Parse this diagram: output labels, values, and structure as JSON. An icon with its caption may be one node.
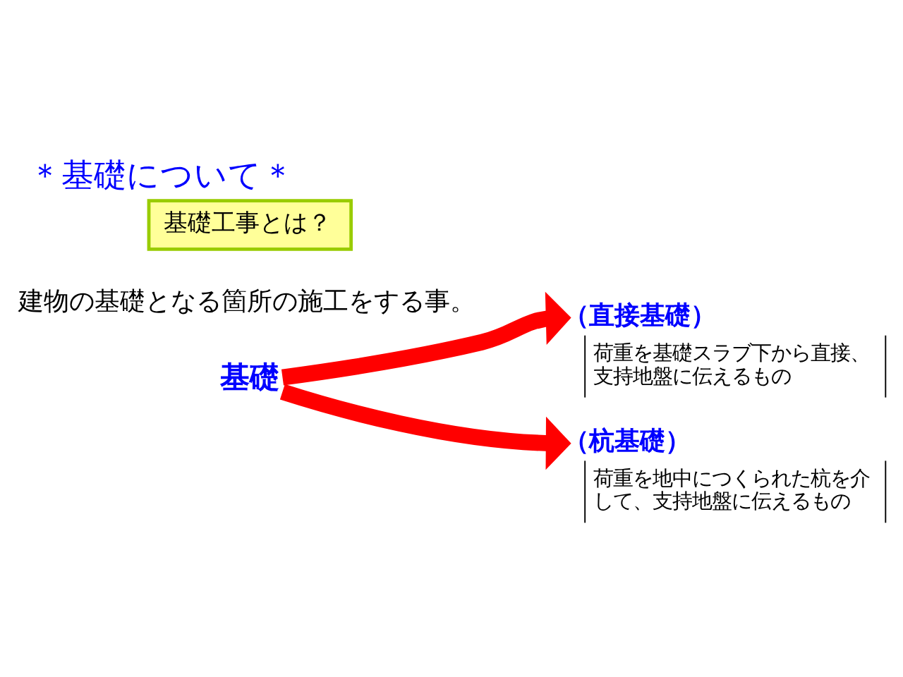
{
  "diagram": {
    "title": "＊基礎について＊",
    "nodes": [
      {
        "text": [
          "基礎工事とは？"
        ]
      },
      {
        "text": [
          "基礎"
        ]
      },
      {
        "text": [
          "（直接基礎）",
          "荷重を基礎スラブ下から直接、支持地盤に伝えるもの"
        ]
      },
      {
        "text": [
          "（杭基礎）",
          "荷重を地中につくられた杭を介して、支持地盤に伝えるもの"
        ]
      }
    ],
    "edges": [
      {
        "from": 1,
        "to": 2,
        "arrow": "to"
      },
      {
        "from": 1,
        "to": 3,
        "arrow": "to"
      }
    ],
    "labels": [
      "建物の基礎となる箇所の施工をする事。"
    ]
  }
}
